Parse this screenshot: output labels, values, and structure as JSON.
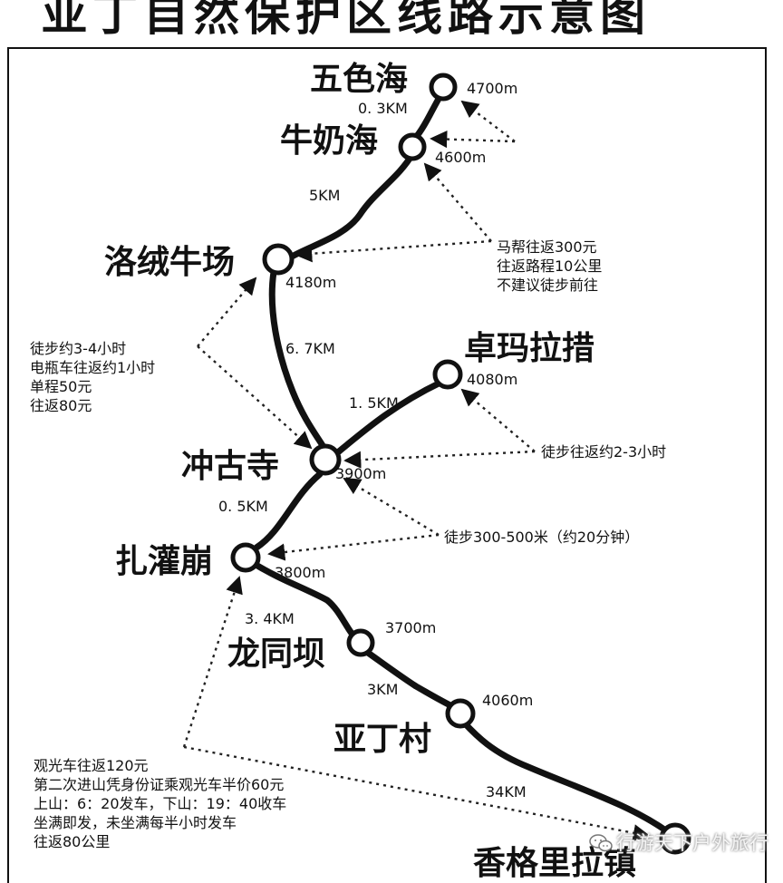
{
  "title": "亚丁自然保护区线路示意图",
  "places": {
    "wuse": "五色海",
    "niunai": "牛奶海",
    "luorong": "洛绒牛场",
    "zhuoma": "卓玛拉措",
    "chonggu": "冲古寺",
    "zhaguan": "扎灌崩",
    "longtong": "龙同坝",
    "yading": "亚丁村",
    "xianggelila": "香格里拉镇"
  },
  "elevations": {
    "wuse": "4700m",
    "niunai": "4600m",
    "luorong": "4180m",
    "zhuoma": "4080m",
    "chonggu": "3900m",
    "zhaguan": "3800m",
    "longtong": "3700m",
    "yading": "4060m"
  },
  "distances": {
    "wuse_niunai": "0. 3KM",
    "niunai_luorong": "5KM",
    "luorong_chonggu": "6. 7KM",
    "chonggu_zhuoma": "1. 5KM",
    "chonggu_zhaguan": "0. 5KM",
    "zhaguan_longtong": "3. 4KM",
    "longtong_yading": "3KM",
    "yading_xianggelila": "34KM"
  },
  "notes": {
    "horse": [
      "马帮往返300元",
      "往返路程10公里",
      "不建议徒步前往"
    ],
    "walk_luorong": [
      "徒步约3-4小时",
      "电瓶车往返约1小时",
      "单程50元",
      "往返80元"
    ],
    "walk_zhuoma": "徒步往返约2-3小时",
    "walk_chonggu": "徒步300-500米（约20分钟）",
    "bus": [
      "观光车往返120元",
      "第二次进山凭身份证乘观光车半价60元",
      "上山：6：20发车，下山：19：40收车",
      "坐满即发，未坐满每半小时发车",
      "往返80公里"
    ]
  },
  "watermark": "行游天下户外旅行",
  "watermark_icon": "wechat-icon"
}
